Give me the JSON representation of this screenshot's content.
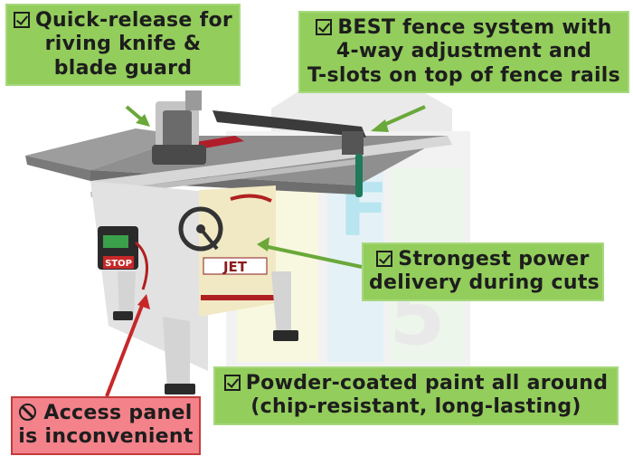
{
  "callouts": {
    "riving_knife": {
      "lines": [
        "Quick-release for",
        "riving knife &",
        "blade guard"
      ],
      "icon": "checkbox-icon"
    },
    "fence_system": {
      "lines": [
        "BEST fence system with",
        "4-way adjustment and",
        "T-slots on top of fence rails"
      ],
      "icon": "checkbox-icon"
    },
    "power": {
      "lines": [
        "Strongest power",
        "delivery during cuts"
      ],
      "icon": "checkbox-icon"
    },
    "paint": {
      "lines": [
        "Powder-coated paint all around",
        "(chip-resistant, long-lasting)"
      ],
      "icon": "checkbox-icon"
    },
    "access_panel": {
      "lines": [
        "Access panel",
        "is inconvenient"
      ],
      "icon": "prohibited-icon"
    }
  },
  "product_labels": {
    "brand": "JET",
    "stop_switch": "STOP"
  },
  "colors": {
    "pro_box": "#93cd5c",
    "con_box": "#f3828a",
    "con_border": "#c23b3b",
    "pro_arrow": "#6aa83a",
    "con_arrow": "#c62828"
  }
}
